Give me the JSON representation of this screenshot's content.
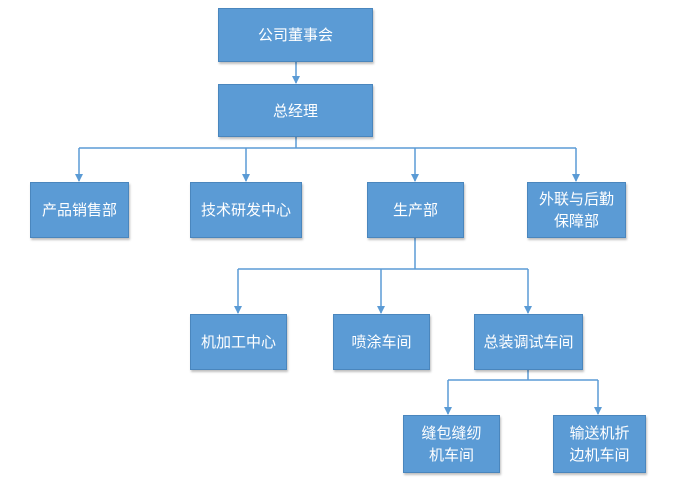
{
  "colors": {
    "box_fill": "#5b9bd5",
    "box_border": "#4a86bd",
    "connector": "#5b9bd5",
    "text": "#ffffff"
  },
  "org": {
    "board": "公司董事会",
    "gm": "总经理",
    "sales": "产品销售部",
    "rnd": "技术研发中心",
    "production": "生产部",
    "logistics_1": "外联与后勤",
    "logistics_2": "保障部",
    "machining": "机加工中心",
    "painting": "喷涂车间",
    "assembly": "总装调试车间",
    "sewing_1": "缝包缝纫",
    "sewing_2": "机车间",
    "conveyor_1": "输送机折",
    "conveyor_2": "边机车间"
  }
}
